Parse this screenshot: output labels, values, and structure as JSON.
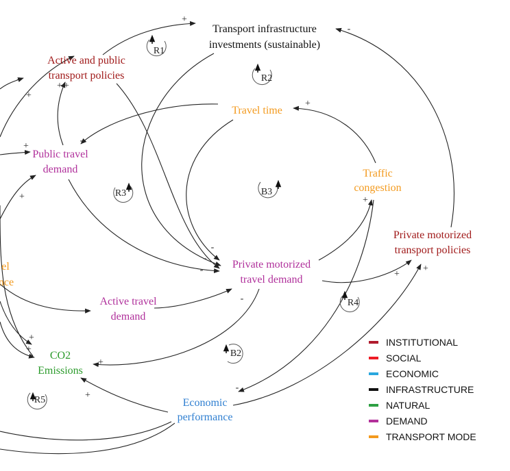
{
  "colors": {
    "institutional": "#b01c2e",
    "social": "#ee1c25",
    "economic": "#2aa7df",
    "infrastructure": "#111111",
    "natural": "#2ea043",
    "demand": "#b3309a",
    "transport_mode": "#f39a1e",
    "economic_text": "#2f7fd1",
    "transport_text": "#f39a1e",
    "institutional_text": "#a01a1a",
    "demand_text": "#b0309b",
    "natural_text": "#2a9a2a"
  },
  "nodes": {
    "transport_infra": [
      "Transport infrastructure",
      "investments (sustainable)"
    ],
    "active_public_policies": [
      "Active and public",
      "transport policies"
    ],
    "travel_time": [
      "Travel time"
    ],
    "public_travel_demand": [
      "Public travel",
      "demand"
    ],
    "traffic_congestion": [
      "Traffic",
      "congestion"
    ],
    "private_policies": [
      "Private motorized",
      "transport policies"
    ],
    "private_demand": [
      "Private motorized",
      "travel demand"
    ],
    "active_travel_demand": [
      "Active travel",
      "demand"
    ],
    "co2": [
      "CO2",
      "Emissions"
    ],
    "economic_performance": [
      "Economic",
      "performance"
    ],
    "left_fragment": [
      "el",
      "nce"
    ]
  },
  "loops": [
    "R1",
    "R2",
    "R3",
    "B3",
    "R4",
    "B2",
    "R5"
  ],
  "signs": {
    "plus": "+",
    "minus": "-"
  },
  "legend": [
    {
      "label": "INSTITUTIONAL",
      "color": "#b01c2e"
    },
    {
      "label": "SOCIAL",
      "color": "#ee1c25"
    },
    {
      "label": "ECONOMIC",
      "color": "#2aa7df"
    },
    {
      "label": "INFRASTRUCTURE",
      "color": "#111111"
    },
    {
      "label": "NATURAL",
      "color": "#2ea043"
    },
    {
      "label": "DEMAND",
      "color": "#b3309a"
    },
    {
      "label": "TRANSPORT MODE",
      "color": "#f39a1e"
    }
  ]
}
